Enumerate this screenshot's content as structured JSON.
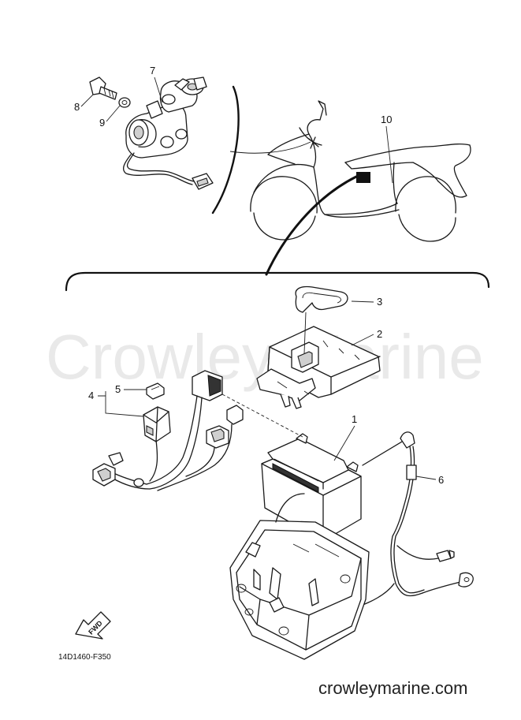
{
  "watermark": "Crowley Marine",
  "diagram_code": "14D1460-F350",
  "site_url": "crowleymarine.com",
  "fwd_label": "FWD",
  "callouts": {
    "c1": "1",
    "c2": "2",
    "c3": "3",
    "c4": "4",
    "c5": "5",
    "c6": "6",
    "c7": "7",
    "c8": "8",
    "c9": "9",
    "c10": "10"
  }
}
